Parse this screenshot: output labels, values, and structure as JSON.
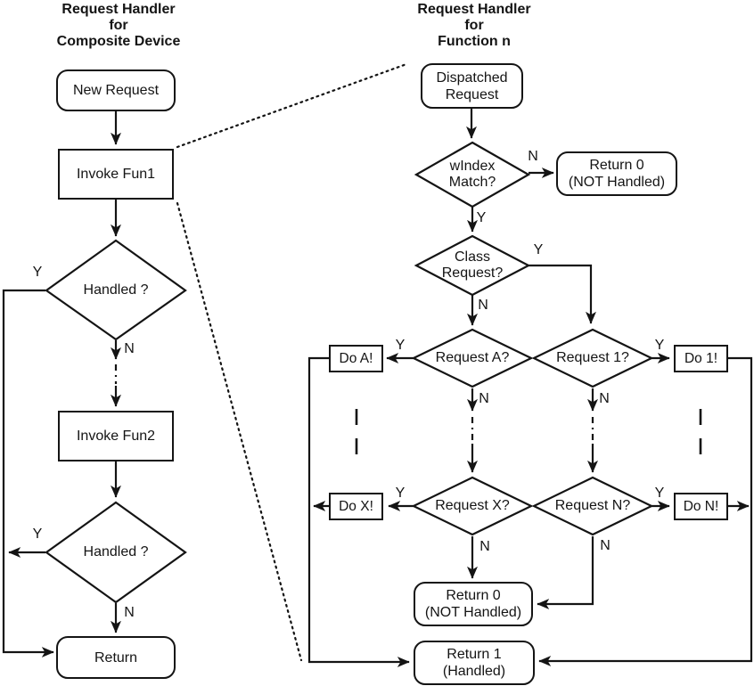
{
  "colors": {
    "ink": "#141414",
    "background": "#ffffff"
  },
  "left_chart": {
    "title": "Request Handler\nfor\nComposite Device",
    "nodes": {
      "new_request": "New Request",
      "invoke_fun1": "Invoke Fun1",
      "handled_1": "Handled ?",
      "invoke_fun2": "Invoke Fun2",
      "handled_2": "Handled ?",
      "return": "Return"
    },
    "labels": {
      "handled1_yes": "Y",
      "handled1_no": "N",
      "handled2_yes": "Y",
      "handled2_no": "N"
    }
  },
  "right_chart": {
    "title": "Request Handler\nfor\nFunction n",
    "nodes": {
      "dispatched_request": "Dispatched\nRequest",
      "windex_match": "wIndex\nMatch?",
      "return0_top": "Return 0\n(NOT Handled)",
      "class_request": "Class\nRequest?",
      "request_a": "Request A?",
      "request_1": "Request 1?",
      "do_a": "Do A!",
      "do_1": "Do 1!",
      "request_x": "Request X?",
      "request_n": "Request N?",
      "do_x": "Do X!",
      "do_n": "Do N!",
      "return0_bottom": "Return 0\n(NOT Handled)",
      "return1": "Return 1\n(Handled)"
    },
    "labels": {
      "windex_no": "N",
      "windex_yes": "Y",
      "class_yes": "Y",
      "class_no": "N",
      "request_a_yes": "Y",
      "request_a_no": "N",
      "request_1_yes": "Y",
      "request_1_no": "N",
      "request_x_yes": "Y",
      "request_x_no": "N",
      "request_n_yes": "Y",
      "request_n_no": "N"
    }
  }
}
